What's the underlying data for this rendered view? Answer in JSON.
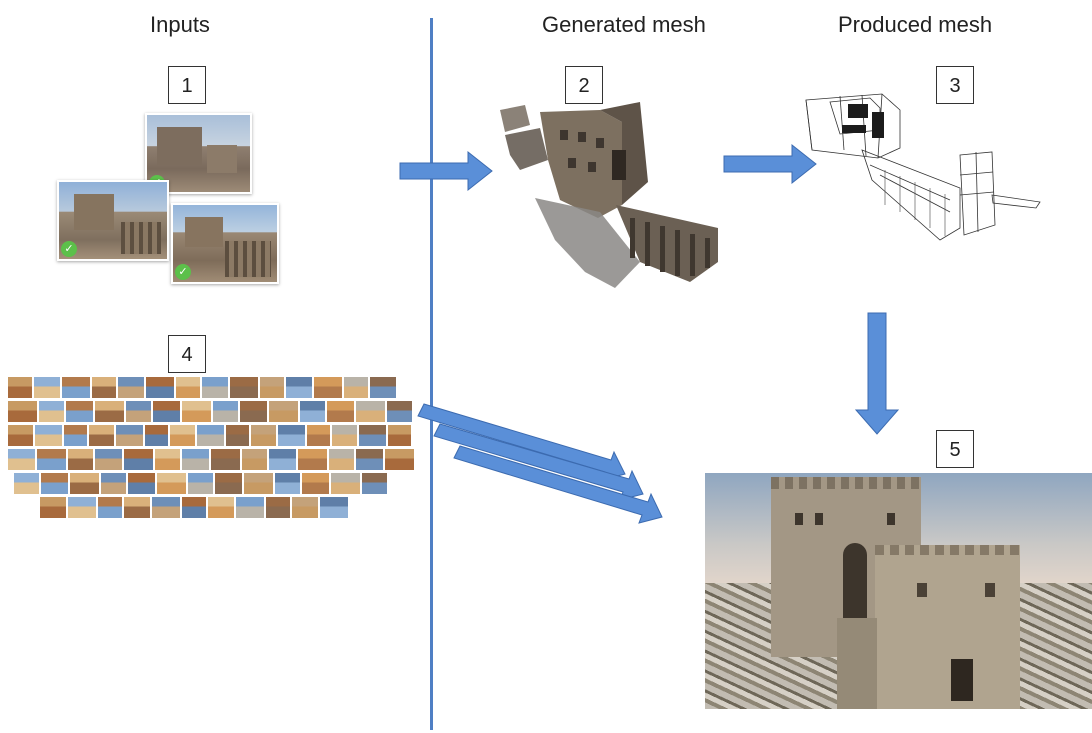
{
  "columns": {
    "inputs": "Inputs",
    "generated": "Generated mesh",
    "produced": "Produced mesh"
  },
  "steps": [
    "1",
    "2",
    "3",
    "4",
    "5"
  ],
  "icons": {
    "check": "check-icon",
    "arrow": "arrow-icon"
  },
  "colors": {
    "divider": "#4f7fc4",
    "arrow_fill": "#5a8fd8",
    "arrow_stroke": "#3c6bb0",
    "check": "#5cc04a"
  }
}
